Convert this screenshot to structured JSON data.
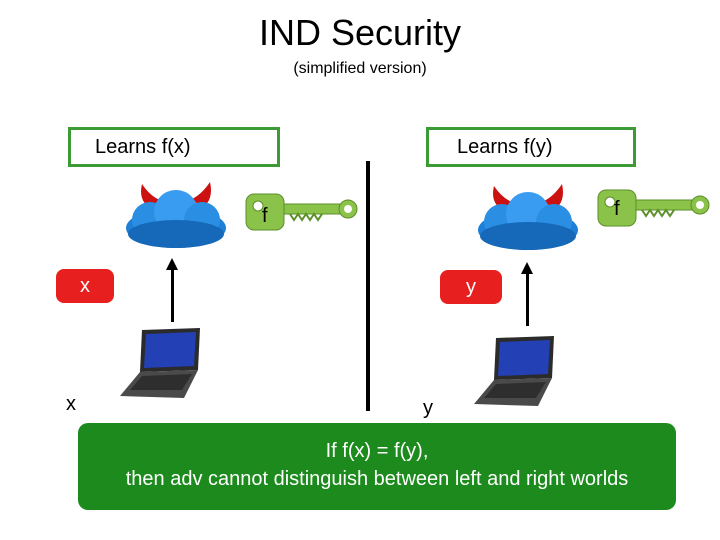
{
  "title": "IND Security",
  "subtitle": "(simplified version)",
  "left": {
    "learns_label": "Learns f(x)",
    "key_label": "f",
    "input_box": "x",
    "laptop_label": "x"
  },
  "right": {
    "learns_label": "Learns f(y)",
    "key_label": "f",
    "input_box": "y",
    "laptop_label": "y"
  },
  "banner": {
    "line1": "If f(x) = f(y),",
    "line2": "then adv cannot distinguish between left and right worlds"
  },
  "colors": {
    "box_border": "#3d9b35",
    "value_box": "#e81f1f",
    "banner": "#1d8a1d",
    "cloud": "#1f7fd6",
    "horns": "#cc1111",
    "key": "#8bc34a"
  },
  "icons": [
    "devil-cloud-icon",
    "key-icon",
    "laptop-icon",
    "arrow-up-icon"
  ]
}
